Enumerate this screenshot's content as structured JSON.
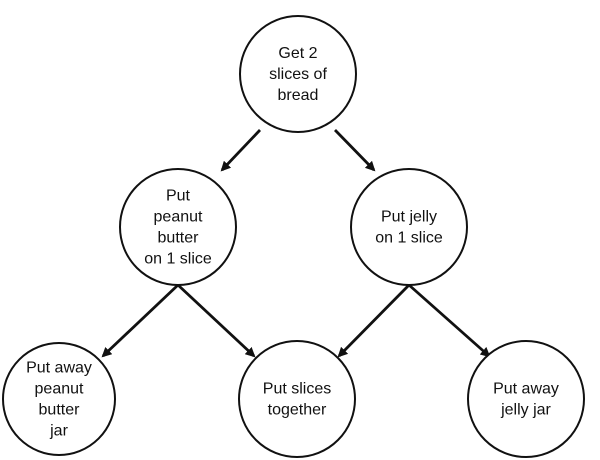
{
  "diagram": {
    "nodes": [
      {
        "id": "get-bread",
        "lines": [
          "Get 2",
          "slices of",
          "bread"
        ]
      },
      {
        "id": "put-peanut-butter",
        "lines": [
          "Put",
          "peanut",
          "butter",
          "on 1 slice"
        ]
      },
      {
        "id": "put-jelly",
        "lines": [
          "Put jelly",
          "on 1 slice"
        ]
      },
      {
        "id": "put-away-peanut-butter",
        "lines": [
          "Put away",
          "peanut",
          "butter",
          "jar"
        ]
      },
      {
        "id": "put-slices-together",
        "lines": [
          "Put slices",
          "together"
        ]
      },
      {
        "id": "put-away-jelly",
        "lines": [
          "Put away",
          "jelly jar"
        ]
      }
    ],
    "edges": [
      {
        "from": "get-bread",
        "to": "put-peanut-butter"
      },
      {
        "from": "get-bread",
        "to": "put-jelly"
      },
      {
        "from": "put-peanut-butter",
        "to": "put-away-peanut-butter"
      },
      {
        "from": "put-peanut-butter",
        "to": "put-slices-together"
      },
      {
        "from": "put-jelly",
        "to": "put-slices-together"
      },
      {
        "from": "put-jelly",
        "to": "put-away-jelly"
      }
    ],
    "colors": {
      "stroke": "#111111",
      "fill": "#ffffff",
      "text": "#111111"
    }
  }
}
